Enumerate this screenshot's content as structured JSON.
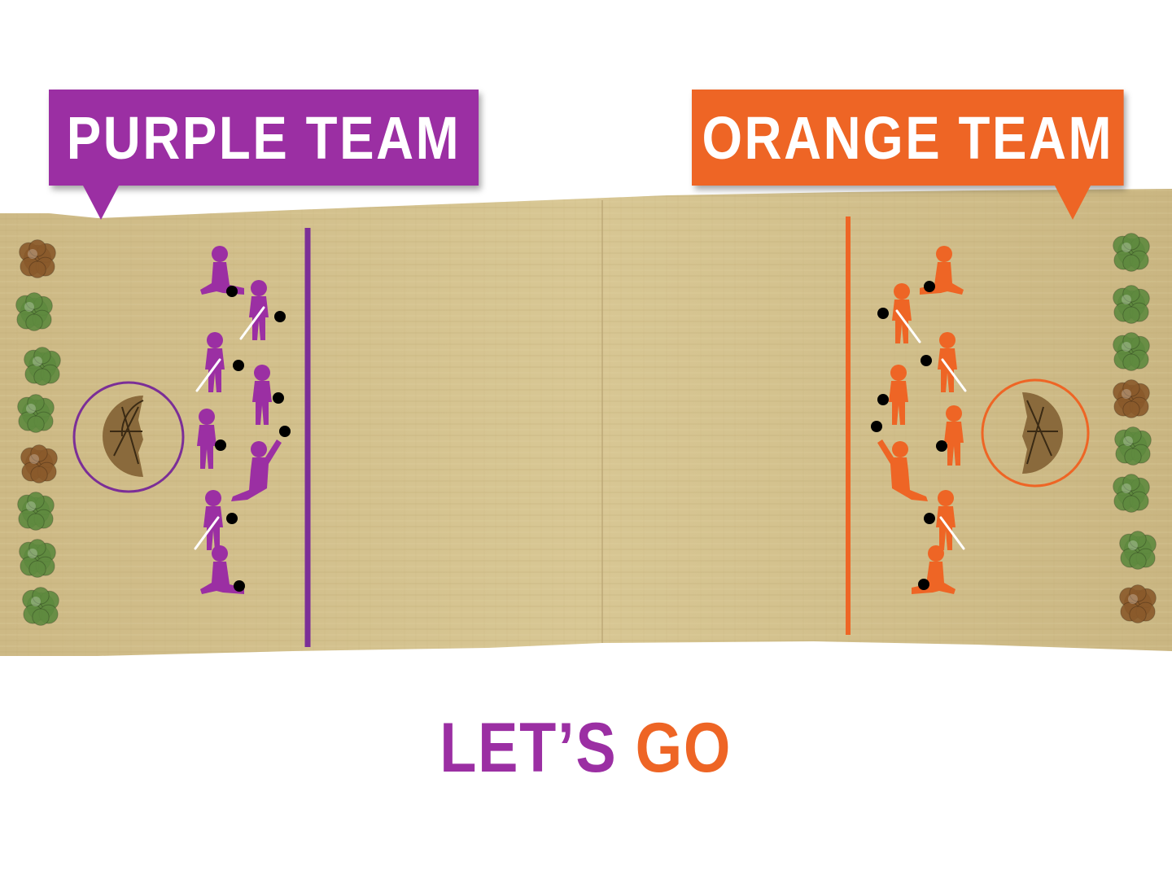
{
  "teams": {
    "purple": {
      "label": "PURPLE TEAM",
      "color": "#9b2fa3"
    },
    "orange": {
      "label": "ORANGE TEAM",
      "color": "#ee6525"
    }
  },
  "footer": {
    "word1": "LET’S",
    "word2": "GO"
  },
  "field": {
    "papyrus_color": "#d3c08c",
    "tree_colors": [
      "#5f8a3f",
      "#8a5a2b"
    ]
  }
}
